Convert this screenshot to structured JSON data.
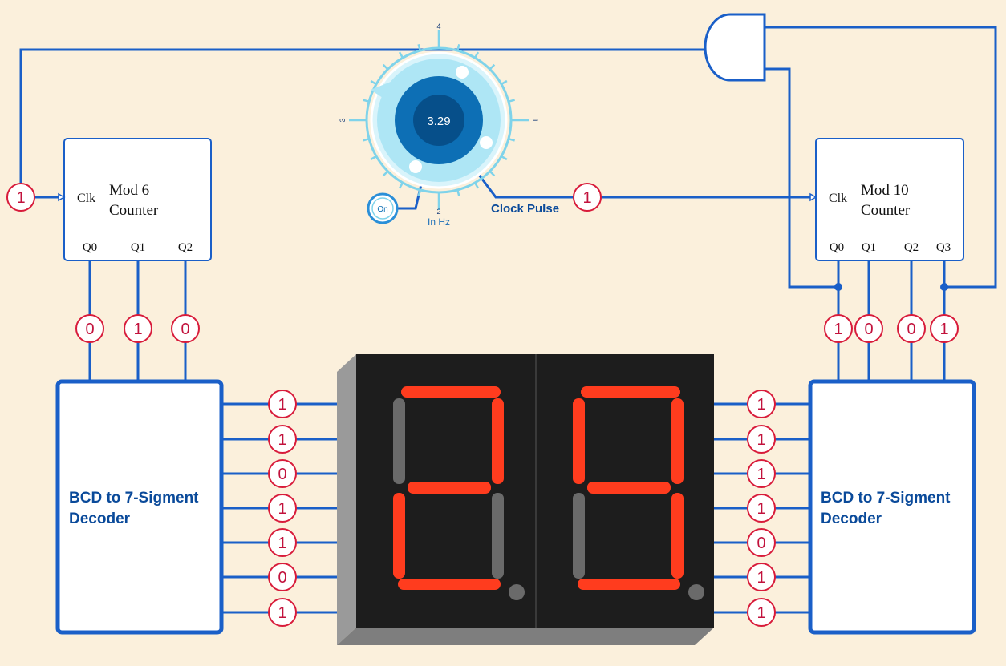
{
  "colors": {
    "background": "#fbf0dc",
    "wire": "#1a5fc8",
    "box_border": "#1a5fc8",
    "probe_red": "#d81b3a",
    "probe_text": "#c2123c",
    "segment_on": "#ff3c1e",
    "segment_off": "#6a6a6a",
    "display_body": "#1d1d1d",
    "knob_outer": "#aee6f5",
    "knob_inner": "#0d6fb5",
    "label_blue": "#0a4a9a"
  },
  "clock": {
    "value": "3.29",
    "scale_labels": [
      "4",
      "3",
      "2",
      "1"
    ],
    "unit_label": "In Hz",
    "on_button_label": "On",
    "output_label": "Clock Pulse"
  },
  "mod6": {
    "clk_label": "Clk",
    "title_line1": "Mod 6",
    "title_line2": "Counter",
    "outputs": [
      "Q0",
      "Q1",
      "Q2"
    ],
    "clk_input_value": "1",
    "output_values": [
      "0",
      "1",
      "0"
    ]
  },
  "mod10": {
    "clk_label": "Clk",
    "title_line1": "Mod 10",
    "title_line2": "Counter",
    "outputs": [
      "Q0",
      "Q1",
      "Q2",
      "Q3"
    ],
    "clk_input_value": "1",
    "output_values": [
      "1",
      "0",
      "0",
      "1"
    ]
  },
  "decoder_left": {
    "title_line1": "BCD to 7-Sigment",
    "title_line2": "Decoder",
    "segment_values": [
      "1",
      "1",
      "0",
      "1",
      "1",
      "0",
      "1"
    ]
  },
  "decoder_right": {
    "title_line1": "BCD to 7-Sigment",
    "title_line2": "Decoder",
    "segment_values": [
      "1",
      "1",
      "1",
      "1",
      "0",
      "1",
      "1"
    ]
  },
  "display": {
    "digits": [
      {
        "segments": {
          "a": true,
          "b": true,
          "c": false,
          "d": true,
          "e": true,
          "f": false,
          "g": true
        }
      },
      {
        "segments": {
          "a": true,
          "b": true,
          "c": true,
          "d": true,
          "e": false,
          "f": true,
          "g": true
        }
      }
    ]
  }
}
